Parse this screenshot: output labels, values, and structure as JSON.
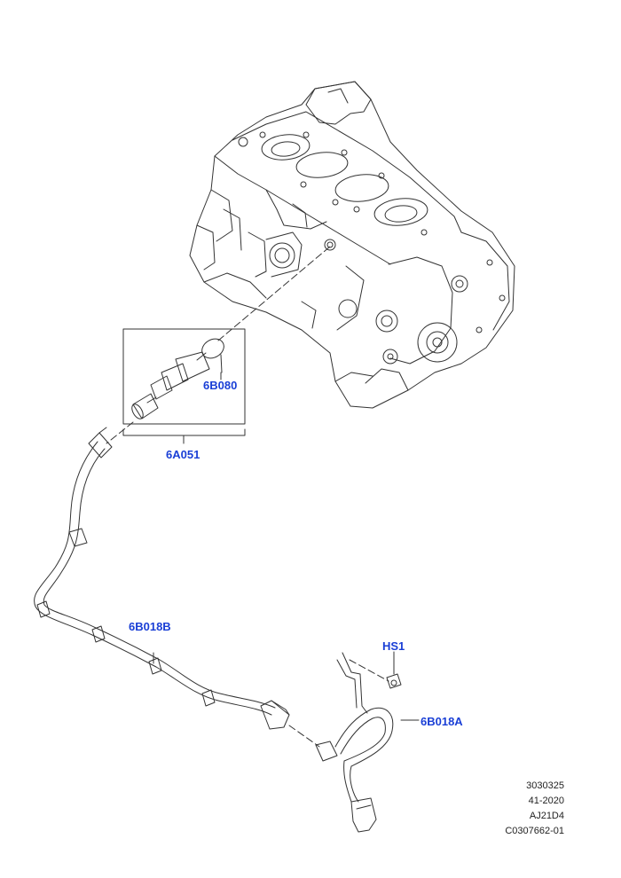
{
  "callouts": {
    "p6B080": "6B080",
    "p6A051": "6A051",
    "p6B018B": "6B018B",
    "pHS1": "HS1",
    "p6B018A": "6B018A"
  },
  "reference": {
    "line1": "3030325",
    "line2": "41-2020",
    "line3": "AJ21D4",
    "line4": "C0307662-01"
  },
  "colors": {
    "callout": "#1a3fd6",
    "line_art": "#333333"
  }
}
